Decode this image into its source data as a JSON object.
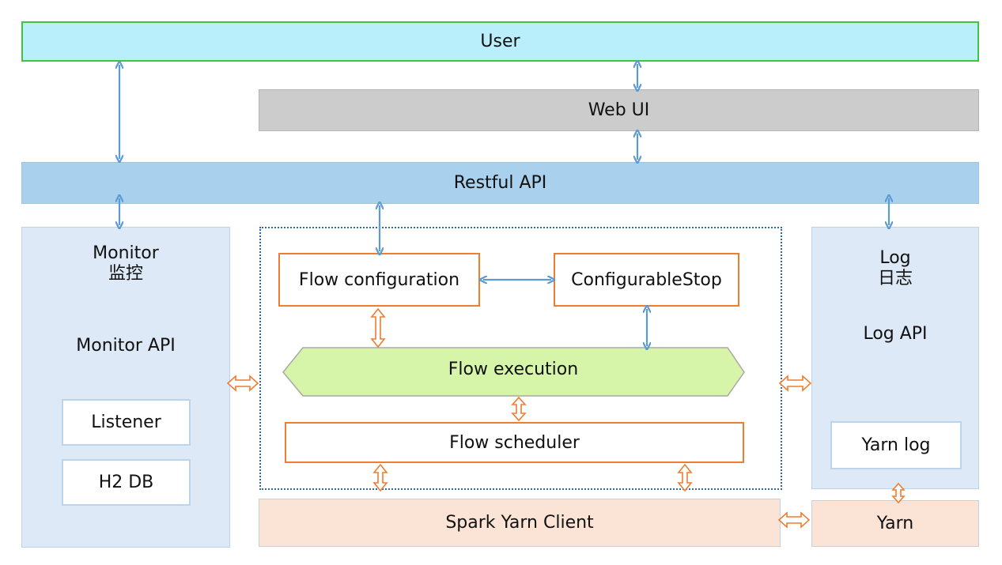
{
  "layers": {
    "user": "User",
    "web_ui": "Web UI",
    "restful_api": "Restful API"
  },
  "monitor": {
    "title": "Monitor",
    "title_cn": "监控",
    "api": "Monitor API",
    "items": [
      "Listener",
      "H2 DB"
    ]
  },
  "core": {
    "flow_configuration": "Flow configuration",
    "configurable_stop": "ConfigurableStop",
    "flow_execution": "Flow execution",
    "flow_scheduler": "Flow scheduler"
  },
  "log": {
    "title": "Log",
    "title_cn": "日志",
    "api": "Log API",
    "yarn_log": "Yarn log"
  },
  "bottom": {
    "spark_yarn_client": "Spark Yarn Client",
    "yarn": "Yarn"
  },
  "colors": {
    "user_fill": "#b9eefb",
    "user_border": "#3ec43e",
    "webui_fill": "#cccccc",
    "restful_fill": "#a9d0ec",
    "panel_fill": "#dde9f6",
    "panel_border": "#bcd3ec",
    "orange": "#ed7d31",
    "blue_arrow": "#5b9bd5",
    "exec_fill": "#d6f5a8",
    "bottom_fill": "#fbe3d5"
  }
}
